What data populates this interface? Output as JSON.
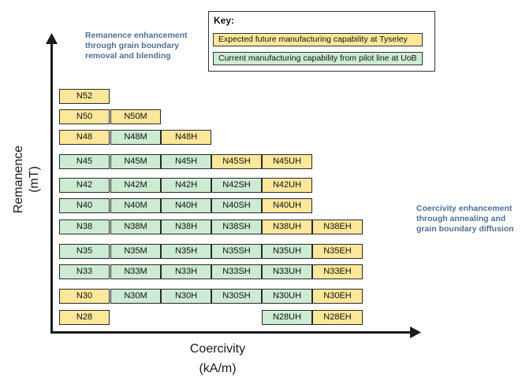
{
  "key": {
    "title": "Key:",
    "future_label": "Expected future manufacturing capability at Tyseley",
    "current_label": "Current manufacturing capability from pilot line at UoB",
    "future_color": "#fce79a",
    "current_color": "#cdebd3"
  },
  "annotations": {
    "remanence": "Remanence enhancement\nthrough grain boundary\nremoval and blending",
    "coercivity": "Coercivity enhancement\nthrough annealing and\ngrain boundary diffusion"
  },
  "axes": {
    "y_label": "Remanence\n(mT)",
    "x_label": "Coercivity\n(kA/m)"
  },
  "grades": [
    [
      {
        "t": "N52",
        "s": "future"
      }
    ],
    [
      {
        "t": "N50",
        "s": "future"
      },
      {
        "t": "N50M",
        "s": "future"
      }
    ],
    [
      {
        "t": "N48",
        "s": "future"
      },
      {
        "t": "N48M",
        "s": "current"
      },
      {
        "t": "N48H",
        "s": "future"
      }
    ],
    [
      {
        "t": "N45",
        "s": "current"
      },
      {
        "t": "N45M",
        "s": "current"
      },
      {
        "t": "N45H",
        "s": "current"
      },
      {
        "t": "N45SH",
        "s": "future"
      },
      {
        "t": "N45UH",
        "s": "future"
      }
    ],
    [
      {
        "t": "N42",
        "s": "current"
      },
      {
        "t": "N42M",
        "s": "current"
      },
      {
        "t": "N42H",
        "s": "current"
      },
      {
        "t": "N42SH",
        "s": "current"
      },
      {
        "t": "N42UH",
        "s": "future"
      }
    ],
    [
      {
        "t": "N40",
        "s": "current"
      },
      {
        "t": "N40M",
        "s": "current"
      },
      {
        "t": "N40H",
        "s": "current"
      },
      {
        "t": "N40SH",
        "s": "current"
      },
      {
        "t": "N40UH",
        "s": "future"
      }
    ],
    [
      {
        "t": "N38",
        "s": "current"
      },
      {
        "t": "N38M",
        "s": "current"
      },
      {
        "t": "N38H",
        "s": "current"
      },
      {
        "t": "N38SH",
        "s": "current"
      },
      {
        "t": "N38UH",
        "s": "future"
      },
      {
        "t": "N38EH",
        "s": "future"
      }
    ],
    [
      {
        "t": "N35",
        "s": "current"
      },
      {
        "t": "N35M",
        "s": "current"
      },
      {
        "t": "N35H",
        "s": "current"
      },
      {
        "t": "N35SH",
        "s": "current"
      },
      {
        "t": "N35UH",
        "s": "current"
      },
      {
        "t": "N35EH",
        "s": "future"
      }
    ],
    [
      {
        "t": "N33",
        "s": "current"
      },
      {
        "t": "N33M",
        "s": "current"
      },
      {
        "t": "N33H",
        "s": "current"
      },
      {
        "t": "N33SH",
        "s": "current"
      },
      {
        "t": "N33UH",
        "s": "current"
      },
      {
        "t": "N33EH",
        "s": "future"
      }
    ],
    [
      {
        "t": "N30",
        "s": "future"
      },
      {
        "t": "N30M",
        "s": "current"
      },
      {
        "t": "N30H",
        "s": "current"
      },
      {
        "t": "N30SH",
        "s": "current"
      },
      {
        "t": "N30UH",
        "s": "current"
      },
      {
        "t": "N30EH",
        "s": "future"
      }
    ],
    [
      {
        "t": "N28",
        "s": "future",
        "c": 0
      },
      {
        "t": "N28UH",
        "s": "current",
        "c": 4
      },
      {
        "t": "N28EH",
        "s": "future",
        "c": 5
      }
    ]
  ]
}
